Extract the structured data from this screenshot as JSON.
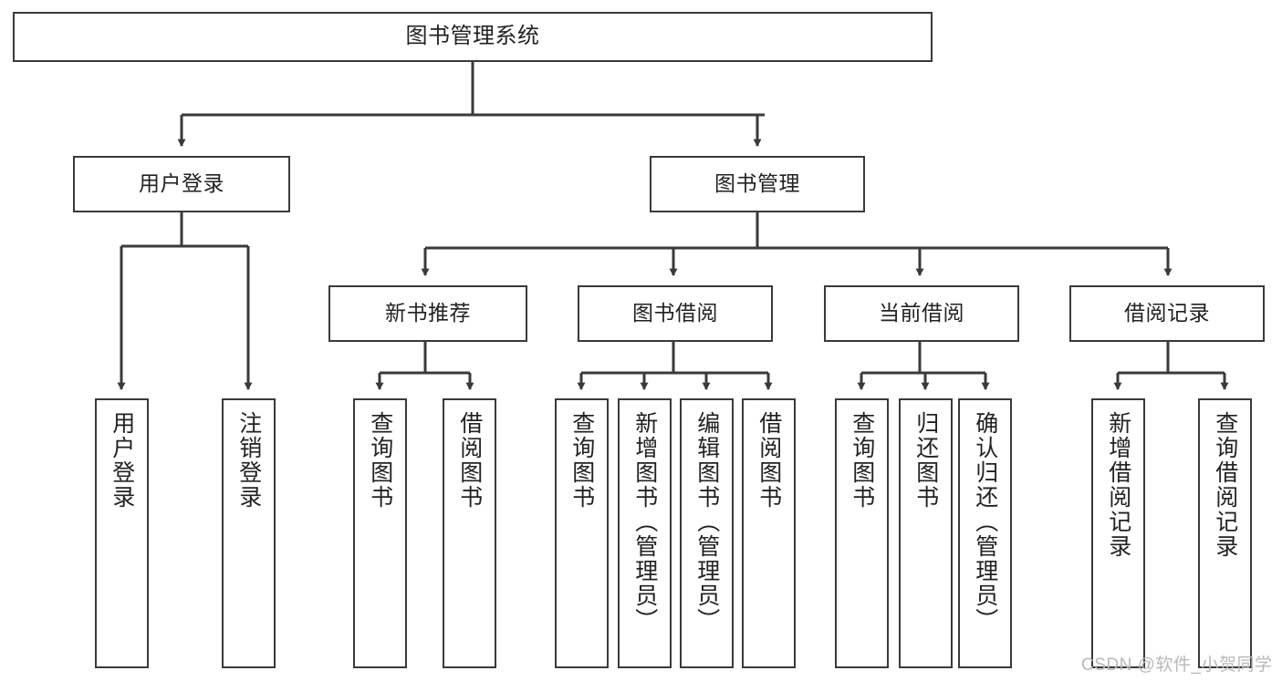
{
  "diagram": {
    "title": "图书管理系统",
    "type": "tree",
    "watermark": "CSDN @软件_小贺同学",
    "colors": {
      "stroke": "#3a3a3a",
      "fill": "#ffffff",
      "text": "#222222",
      "watermark": "#b9b9b9"
    },
    "nodes": {
      "root": {
        "label": "图书管理系统"
      },
      "level1": [
        {
          "label": "用户登录"
        },
        {
          "label": "图书管理"
        }
      ],
      "level2": [
        {
          "label": "新书推荐"
        },
        {
          "label": "图书借阅"
        },
        {
          "label": "当前借阅"
        },
        {
          "label": "借阅记录"
        }
      ],
      "leaves_user_login": [
        {
          "label": "用户登录"
        },
        {
          "label": "注销登录"
        }
      ],
      "leaves_new_book": [
        {
          "label": "查询图书"
        },
        {
          "label": "借阅图书"
        }
      ],
      "leaves_borrow": [
        {
          "label": "查询图书"
        },
        {
          "label": "新增图书（管理员）"
        },
        {
          "label": "编辑图书（管理员）"
        },
        {
          "label": "借阅图书"
        }
      ],
      "leaves_current": [
        {
          "label": "查询图书"
        },
        {
          "label": "归还图书"
        },
        {
          "label": "确认归还（管理员）"
        }
      ],
      "leaves_record": [
        {
          "label": "新增借阅记录"
        },
        {
          "label": "查询借阅记录"
        }
      ]
    }
  }
}
